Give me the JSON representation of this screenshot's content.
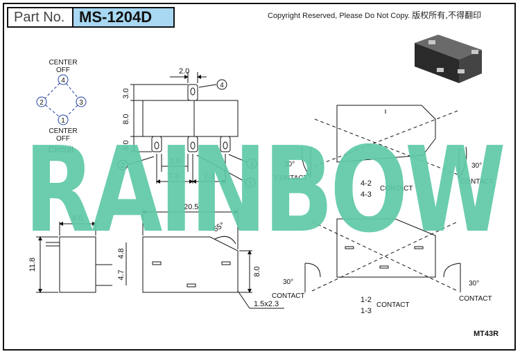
{
  "part_no_label": "Part No.",
  "part_no": "MS-1204D",
  "copyright_en": "Copyright Reserved, Please Do Not Copy.",
  "copyright_cn": "版权所有,不得翻印",
  "watermark": "RAINBOW",
  "model_code": "MT43R",
  "circuit": {
    "top_label": "CENTER",
    "top_sub": "OFF",
    "bottom_label": "CENTER",
    "bottom_sub": "OFF",
    "title": "Circuit",
    "nodes": [
      "4",
      "2",
      "3",
      "1"
    ]
  },
  "top_view": {
    "dim_2_0_top": "2.0",
    "dim_3_0_a": "3.0",
    "dim_8_0": "8.0",
    "dim_3_0_b": "3.0",
    "dim_2_0_bottom": "2.0",
    "dim_7_3_left": "7.3",
    "dim_7_3_right": "7.3",
    "callouts": [
      "4",
      "2",
      "3",
      "1"
    ]
  },
  "side_view": {
    "dim_width": "8.0",
    "dim_height": "11.8",
    "dim_4_8": "4.8",
    "dim_4_7": "4.7"
  },
  "front_view": {
    "dim_length": "20.5",
    "dim_angle": "65°",
    "dim_height": "8.0",
    "dim_slot": "1.5x2.3"
  },
  "contact_top": {
    "left_angle": "30°",
    "left_label": "CONTACT",
    "right_angle": "30°",
    "right_label": "CONTACT",
    "pair_a": "4-2",
    "pair_b": "4-3",
    "pair_label": "CONTACT"
  },
  "contact_bottom": {
    "left_angle": "30°",
    "left_label": "CONTACT",
    "right_angle": "30°",
    "right_label": "CONTACT",
    "pair_a": "1-2",
    "pair_b": "1-3",
    "pair_label": "CONTACT"
  },
  "colors": {
    "watermark": "#5fc9a8",
    "part_no_bg": "#a8d8f2"
  }
}
